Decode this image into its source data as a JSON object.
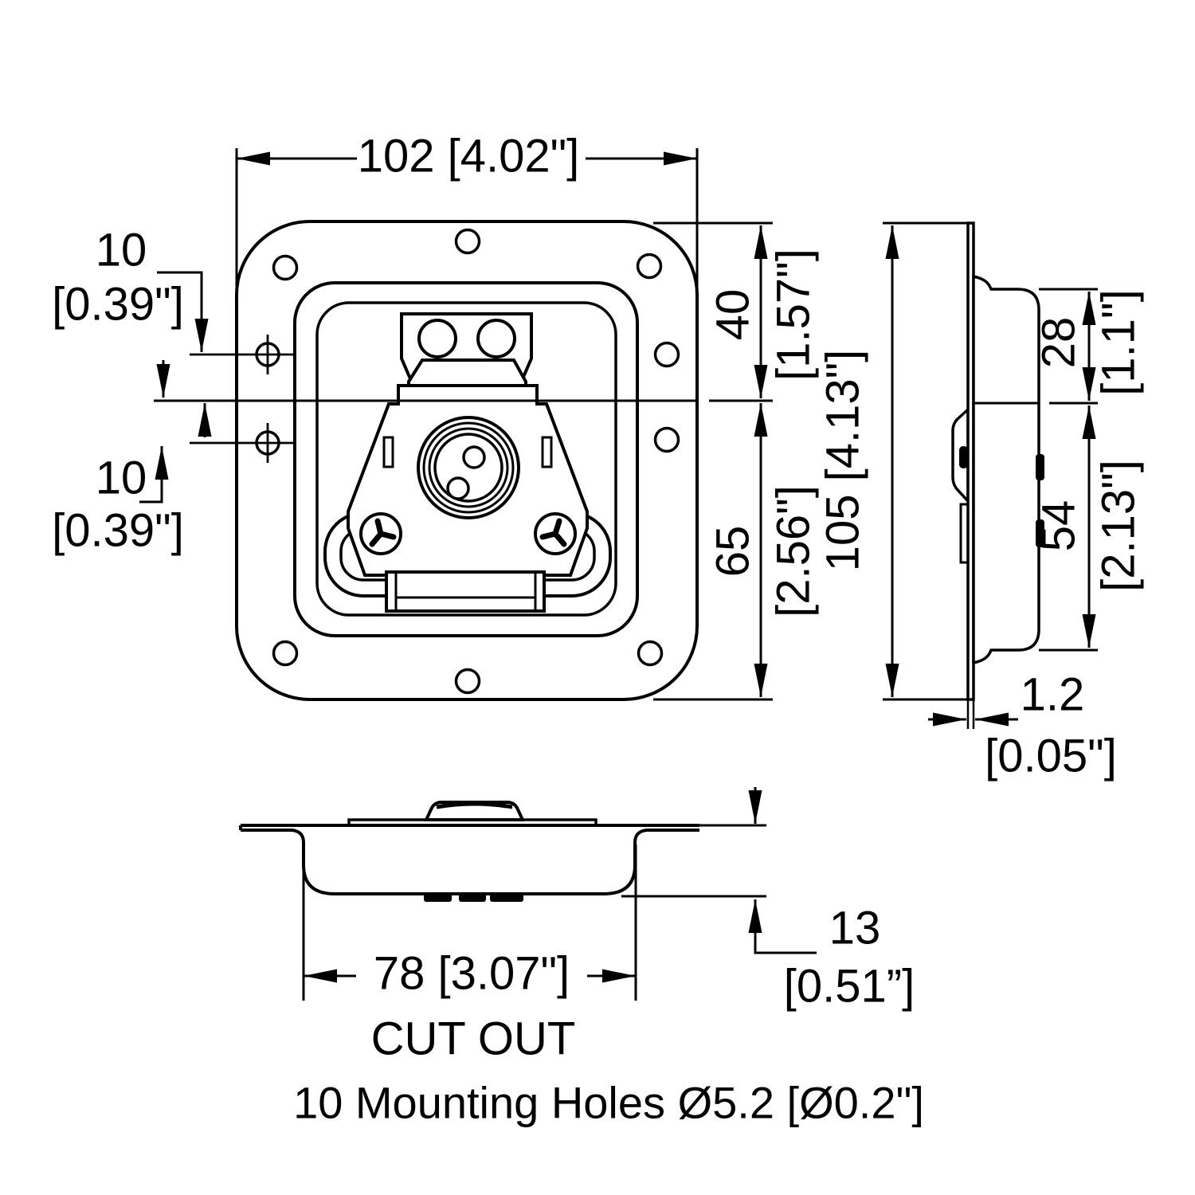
{
  "colors": {
    "ink": "#000000",
    "bg": "#ffffff"
  },
  "dimensions": {
    "overall_width": "102 [4.02\"]",
    "hole_offset_upper": {
      "mm": "10",
      "inch": "[0.39\"]"
    },
    "hole_offset_lower": {
      "mm": "10",
      "inch": "[0.39\"]"
    },
    "center_to_top": {
      "mm": "40",
      "inch": "[1.57\"]"
    },
    "center_to_bottom": {
      "mm": "65",
      "inch": "[2.56\"]"
    },
    "overall_height": "105 [4.13\"]",
    "dish_above_center": {
      "mm": "28",
      "inch": "[1.1\"]"
    },
    "dish_below_center": {
      "mm": "54",
      "inch": "[2.13\"]"
    },
    "material_thickness": {
      "mm": "1.2",
      "inch": "[0.05\"]"
    },
    "cutout_width": "78 [3.07\"]",
    "cutout_label": "CUT OUT",
    "recess_depth": {
      "mm": "13",
      "inch": "[0.51”]"
    }
  },
  "note": "10 Mounting Holes Ø5.2 [Ø0.2\"]"
}
